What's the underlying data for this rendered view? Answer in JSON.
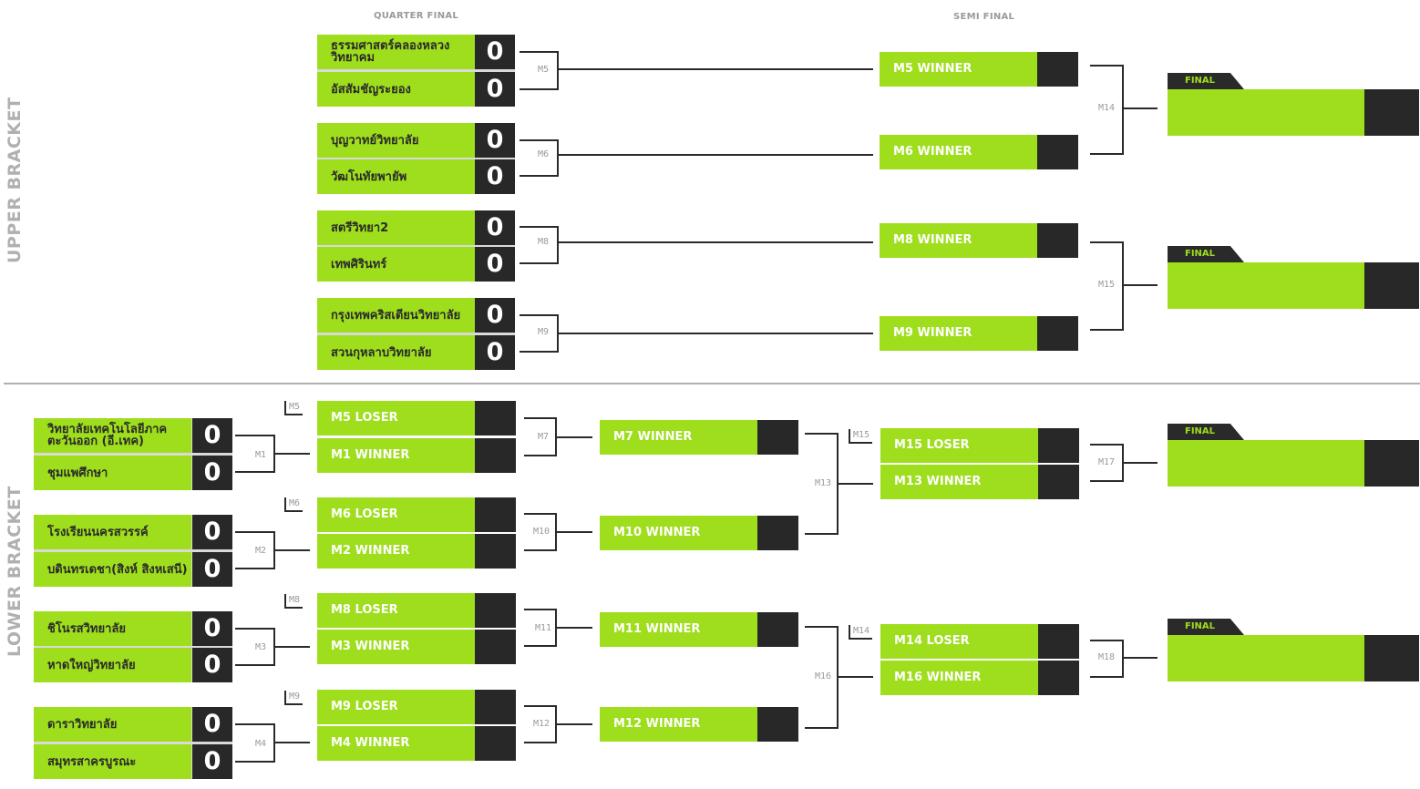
{
  "labels": {
    "quarter_final": "QUARTER FINAL",
    "semi_final": "SEMI FINAL",
    "upper_bracket": "UPPER BRACKET",
    "lower_bracket": "LOWER BRACKET",
    "final": "FINAL"
  },
  "quarter_final": [
    {
      "label": "M5",
      "team1": "ธรรมศาสตร์คลองหลวงวิทยาคม",
      "score1": "0",
      "team2": "อัสสัมชัญระยอง",
      "score2": "0"
    },
    {
      "label": "M6",
      "team1": "บุญวาทย์วิทยาลัย",
      "score1": "0",
      "team2": "วัฒโนทัยพายัพ",
      "score2": "0"
    },
    {
      "label": "M8",
      "team1": "สตรีวิทยา2",
      "score1": "0",
      "team2": "เทพศิรินทร์",
      "score2": "0"
    },
    {
      "label": "M9",
      "team1": "กรุงเทพคริสเตียนวิทยาลัย",
      "score1": "0",
      "team2": "สวนกุหลาบวิทยาลัย",
      "score2": "0"
    }
  ],
  "semi_final": [
    {
      "name": "M5 WINNER"
    },
    {
      "name": "M6 WINNER"
    },
    {
      "name": "M8 WINNER"
    },
    {
      "name": "M9 WINNER"
    }
  ],
  "upper_connectors": [
    "M14",
    "M15"
  ],
  "lower_round1": [
    {
      "label": "M1",
      "team1": "วิทยาลัยเทคโนโลยีภาคตะวันออก (อี.เทค)",
      "score1": "0",
      "team2": "ชุมแพศึกษา",
      "score2": "0"
    },
    {
      "label": "M2",
      "team1": "โรงเรียนนครสวรรค์",
      "score1": "0",
      "team2": "บดินทรเดชา(สิงห์ สิงหเสนี)",
      "score2": "0"
    },
    {
      "label": "M3",
      "team1": "ชิโนรสวิทยาลัย",
      "score1": "0",
      "team2": "หาดใหญ่วิทยาลัย",
      "score2": "0"
    },
    {
      "label": "M4",
      "team1": "ดาราวิทยาลัย",
      "score1": "0",
      "team2": "สมุทรสาครบูรณะ",
      "score2": "0"
    }
  ],
  "lower_round2": [
    {
      "tag": "M5",
      "label": "M7",
      "top": "M5 LOSER",
      "bottom": "M1 WINNER"
    },
    {
      "tag": "M6",
      "label": "M10",
      "top": "M6 LOSER",
      "bottom": "M2 WINNER"
    },
    {
      "tag": "M8",
      "label": "M11",
      "top": "M8 LOSER",
      "bottom": "M3 WINNER"
    },
    {
      "tag": "M9",
      "label": "M12",
      "top": "M9 LOSER",
      "bottom": "M4 WINNER"
    }
  ],
  "lower_round3": [
    {
      "name": "M7 WINNER"
    },
    {
      "name": "M10 WINNER"
    },
    {
      "name": "M11 WINNER"
    },
    {
      "name": "M12 WINNER"
    }
  ],
  "lower_connectors": [
    "M13",
    "M16"
  ],
  "lower_round4": [
    {
      "tag": "M15",
      "label": "M17",
      "top": "M15 LOSER",
      "bottom": "M13 WINNER"
    },
    {
      "tag": "M14",
      "label": "M18",
      "top": "M14 LOSER",
      "bottom": "M16 WINNER"
    }
  ]
}
